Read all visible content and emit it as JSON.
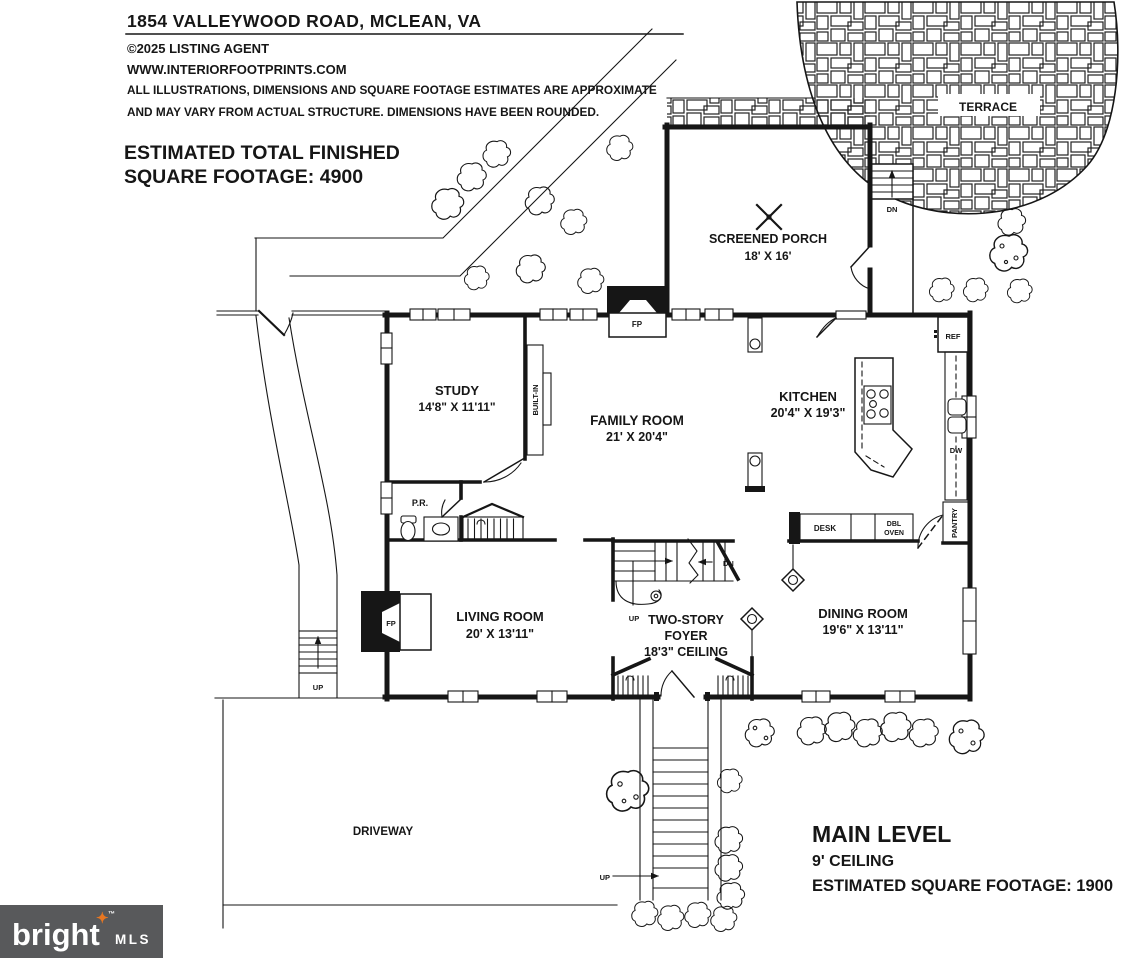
{
  "colors": {
    "ink": "#161616",
    "paper": "#ffffff",
    "logo_bg": "#58595b",
    "logo_text": "#ffffff",
    "logo_star": "#e87722"
  },
  "header": {
    "address": "1854 VALLEYWOOD ROAD, MCLEAN, VA",
    "copyright": "©2025  LISTING AGENT",
    "website": "WWW.INTERIORFOOTPRINTS.COM",
    "disclaimer_line1": "ALL ILLUSTRATIONS, DIMENSIONS AND SQUARE FOOTAGE ESTIMATES ARE APPROXIMATE",
    "disclaimer_line2": "AND MAY VARY FROM ACTUAL STRUCTURE. DIMENSIONS HAVE BEEN ROUNDED.",
    "total_line1": "ESTIMATED TOTAL FINISHED",
    "total_line2": "SQUARE FOOTAGE: 4900"
  },
  "rooms": {
    "screened_porch": {
      "name": "SCREENED PORCH",
      "dims": "18' X 16'"
    },
    "terrace": {
      "name": "TERRACE"
    },
    "study": {
      "name": "STUDY",
      "dims": "14'8\" X 11'11\""
    },
    "family_room": {
      "name": "FAMILY ROOM",
      "dims": "21' X 20'4\""
    },
    "kitchen": {
      "name": "KITCHEN",
      "dims": "20'4\" X 19'3\""
    },
    "living_room": {
      "name": "LIVING ROOM",
      "dims": "20' X 13'11\""
    },
    "dining_room": {
      "name": "DINING ROOM",
      "dims": "19'6\" X 13'11\""
    },
    "foyer": {
      "line1": "TWO-STORY",
      "line2": "FOYER",
      "line3": "18'3\" CEILING"
    },
    "powder_room": {
      "name": "P.R."
    },
    "driveway": {
      "name": "DRIVEWAY"
    }
  },
  "fixtures": {
    "fireplace": "FP",
    "built_in": "BUILT-IN",
    "refrigerator": "REF",
    "dishwasher": "DW",
    "pantry": "PANTRY",
    "desk": "DESK",
    "double_oven_line1": "DBL",
    "double_oven_line2": "OVEN",
    "up": "UP",
    "down": "DN"
  },
  "footer": {
    "level_name": "MAIN LEVEL",
    "ceiling": "9' CEILING",
    "square_footage": "ESTIMATED SQUARE FOOTAGE: 1900"
  },
  "logo": {
    "brand": "bright",
    "suffix": "MLS",
    "trademark": "™"
  }
}
